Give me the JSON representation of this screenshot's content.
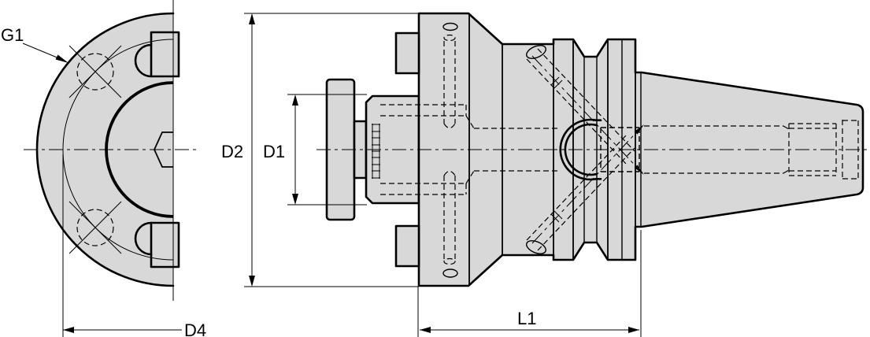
{
  "drawing": {
    "labels": {
      "g1": "G1",
      "d2": "D2",
      "d1": "D1",
      "d4": "D4",
      "l1": "L1"
    },
    "colors": {
      "background": "#ffffff",
      "part_fill": "#d8d8d8",
      "line": "#000000"
    }
  }
}
